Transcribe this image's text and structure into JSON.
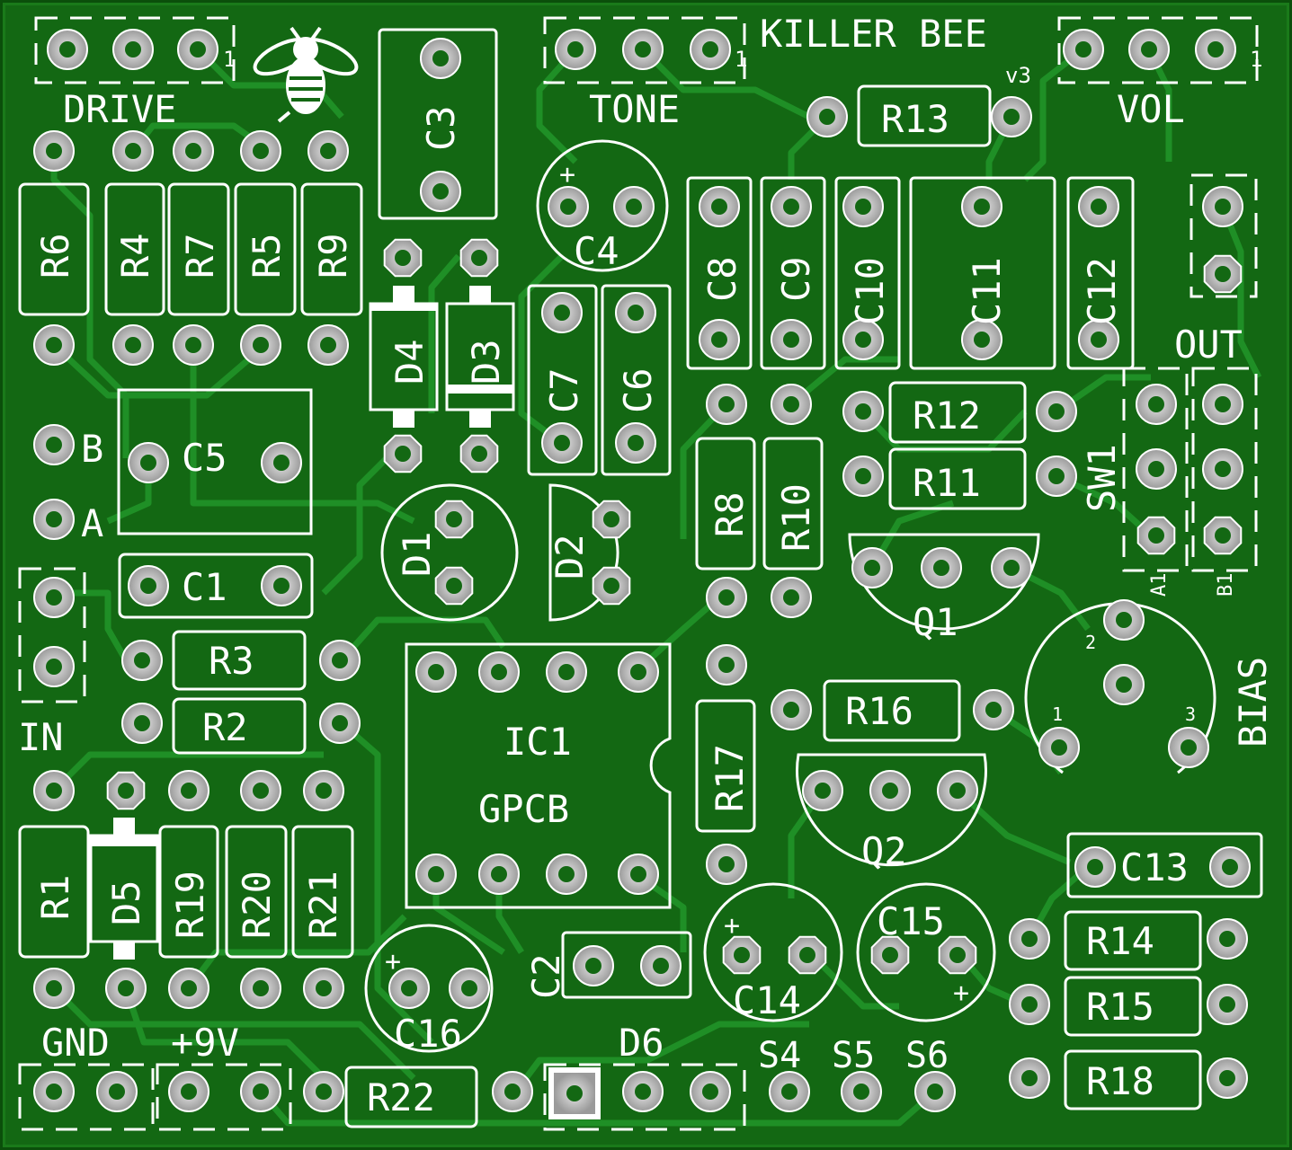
{
  "board": {
    "title": "KILLER BEE",
    "version": "v3",
    "colors": {
      "copper": "#1f8a1f",
      "substrate": "#0c5c0c",
      "trace": "#2a9a2a",
      "silk": "#ffffff",
      "pad": "#c8c8c8"
    },
    "logo_icon": "bee-icon"
  },
  "headers": {
    "drive": {
      "label": "DRIVE",
      "pin1": "1"
    },
    "tone": {
      "label": "TONE",
      "pin1": "1"
    },
    "vol": {
      "label": "VOL",
      "pin1": "1"
    },
    "out": {
      "label": "OUT"
    },
    "in": {
      "label": "IN"
    },
    "gnd": {
      "label": "GND"
    },
    "power": {
      "label": "+9V"
    },
    "d6": {
      "label": "D6"
    },
    "sw1": {
      "label": "SW1",
      "a1": "A1",
      "b1": "B1"
    },
    "bias": {
      "label": "BIAS",
      "p1": "1",
      "p2": "2",
      "p3": "3"
    }
  },
  "pads": {
    "b": "B",
    "a": "A",
    "s4": "S4",
    "s5": "S5",
    "s6": "S6"
  },
  "resistors": {
    "r1": "R1",
    "r2": "R2",
    "r3": "R3",
    "r4": "R4",
    "r5": "R5",
    "r6": "R6",
    "r7": "R7",
    "r8": "R8",
    "r9": "R9",
    "r10": "R10",
    "r11": "R11",
    "r12": "R12",
    "r13": "R13",
    "r14": "R14",
    "r15": "R15",
    "r16": "R16",
    "r17": "R17",
    "r18": "R18",
    "r19": "R19",
    "r20": "R20",
    "r21": "R21",
    "r22": "R22"
  },
  "capacitors": {
    "c1": "C1",
    "c2": "C2",
    "c3": "C3",
    "c4": "C4",
    "c5": "C5",
    "c6": "C6",
    "c7": "C7",
    "c8": "C8",
    "c9": "C9",
    "c10": "C10",
    "c11": "C11",
    "c12": "C12",
    "c13": "C13",
    "c14": "C14",
    "c15": "C15",
    "c16": "C16",
    "plus": "+"
  },
  "diodes": {
    "d1": "D1",
    "d2": "D2",
    "d3": "D3",
    "d4": "D4",
    "d5": "D5"
  },
  "transistors": {
    "q1": "Q1",
    "q2": "Q2"
  },
  "ic": {
    "ref": "IC1",
    "brand": "GPCB"
  }
}
